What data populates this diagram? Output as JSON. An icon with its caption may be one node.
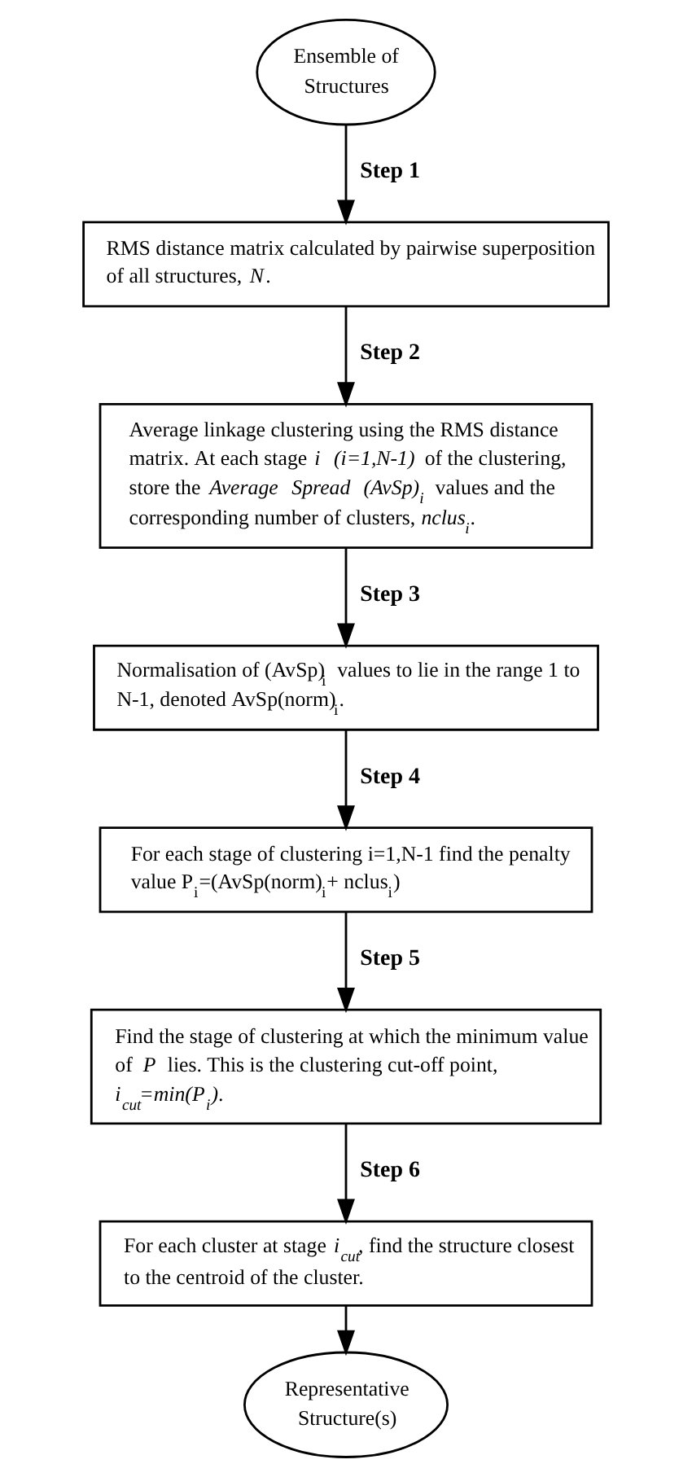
{
  "diagram": {
    "nodes": [
      {
        "text": [
          "Ensemble of Structures"
        ]
      },
      {
        "text": [
          "RMS distance matrix calculated by pairwise superposition of all structures, *N*."
        ]
      },
      {
        "text": [
          "Average linkage clustering using the RMS distance matrix. At each stage *i (i=1,N-1)* of the clustering, store the *Average Spread (AvSp)$_{i}$* values and the corresponding number of clusters, *nclus$_{i}$*."
        ]
      },
      {
        "text": [
          "Normalisation of (AvSp)$_{i}$ values to lie in the range 1 to N-1, denoted AvSp(norm)$_{i}$."
        ]
      },
      {
        "text": [
          "For each stage of clustering i=1,N-1 find the penalty value P$_{i}$=(AvSp(norm)$_{i}$+ nclus$_{i}$)"
        ]
      },
      {
        "text": [
          "Find the stage of clustering at which the minimum value of *P* lies. This is the clustering cut-off point, *i$_{cut}$=min(P$_{i}$)*."
        ]
      },
      {
        "text": [
          "For each cluster at stage *i$_{cut}$*, find the structure closest to the centroid of the cluster."
        ]
      },
      {
        "text": [
          "Representative Structure(s)"
        ]
      }
    ],
    "edges": [
      {
        "from": 0,
        "to": 1,
        "arrow": "to",
        "label": "Step 1"
      },
      {
        "from": 1,
        "to": 2,
        "arrow": "to",
        "label": "Step 2"
      },
      {
        "from": 2,
        "to": 3,
        "arrow": "to",
        "label": "Step 3"
      },
      {
        "from": 3,
        "to": 4,
        "arrow": "to",
        "label": "Step 4"
      },
      {
        "from": 4,
        "to": 5,
        "arrow": "to",
        "label": "Step 5"
      },
      {
        "from": 5,
        "to": 6,
        "arrow": "to",
        "label": "Step 6"
      },
      {
        "from": 6,
        "to": 7,
        "arrow": "to"
      }
    ]
  }
}
